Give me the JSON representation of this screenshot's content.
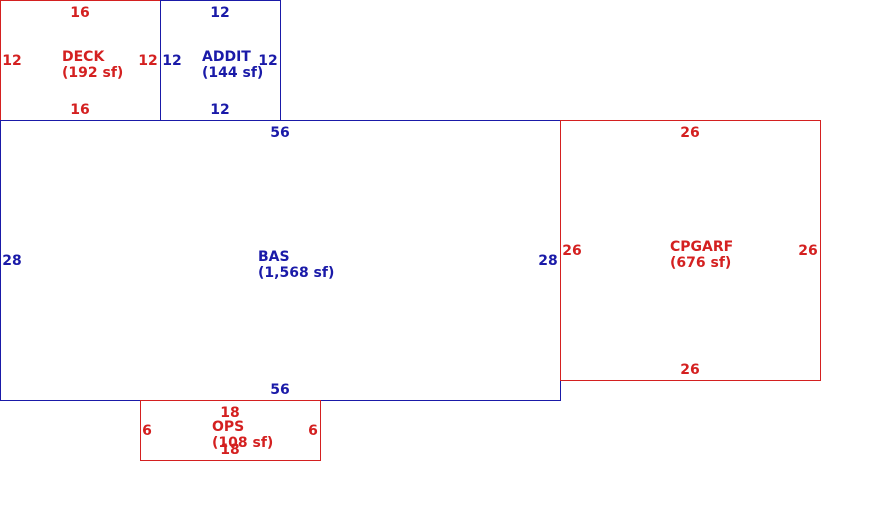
{
  "colors": {
    "red": "#d42020",
    "blue": "#1a1aa8"
  },
  "areas": {
    "deck": {
      "name": "DECK",
      "area": "(192 sf)",
      "color": "red",
      "dims": {
        "top": "16",
        "bottom": "16",
        "left": "12",
        "right": "12"
      }
    },
    "addit": {
      "name": "ADDIT",
      "area": "(144 sf)",
      "color": "blue",
      "dims": {
        "top": "12",
        "bottom": "12",
        "left": "12",
        "right": "12"
      }
    },
    "bas": {
      "name": "BAS",
      "area": "(1,568 sf)",
      "color": "blue",
      "dims": {
        "top": "56",
        "bottom": "56",
        "left": "28",
        "right": "28"
      }
    },
    "cpgarf": {
      "name": "CPGARF",
      "area": "(676 sf)",
      "color": "red",
      "dims": {
        "top": "26",
        "bottom": "26",
        "left": "26",
        "right": "26"
      }
    },
    "ops": {
      "name": "OPS",
      "area": "(108 sf)",
      "color": "red",
      "dims": {
        "top": "18",
        "bottom": "18",
        "left": "6",
        "right": "6"
      }
    }
  }
}
